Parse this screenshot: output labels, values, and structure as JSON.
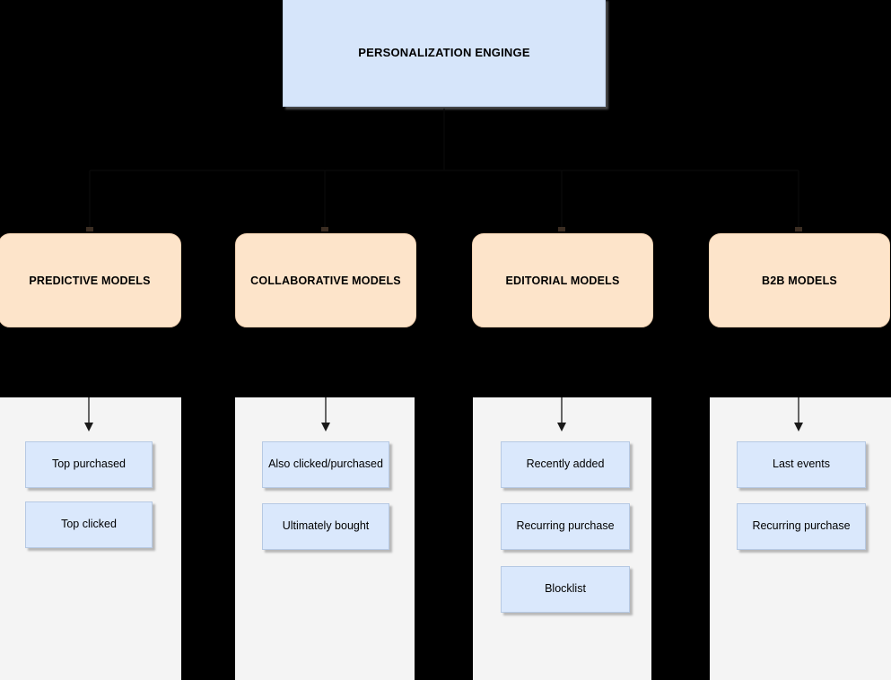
{
  "diagram": {
    "background_color": "#000000",
    "engine": {
      "label": "PERSONALIZATION ENGINGE",
      "fill_color": "#d6e5fa"
    },
    "model_fill_color": "#fde4ca",
    "column_fill_color": "#f4f4f4",
    "item_fill_color": "#dae8fc",
    "arrow_color": "#666666",
    "branches": [
      {
        "title": "PREDICTIVE MODELS",
        "items": [
          {
            "label": "Top purchased"
          },
          {
            "label": "Top clicked"
          }
        ]
      },
      {
        "title": "COLLABORATIVE MODELS",
        "items": [
          {
            "label": "Also clicked/purchased"
          },
          {
            "label": "Ultimately bought"
          }
        ]
      },
      {
        "title": "EDITORIAL MODELS",
        "items": [
          {
            "label": "Recently added"
          },
          {
            "label": "Recurring purchase"
          },
          {
            "label": "Blocklist"
          }
        ]
      },
      {
        "title": "B2B MODELS",
        "items": [
          {
            "label": "Last events"
          },
          {
            "label": "Recurring purchase"
          }
        ]
      }
    ]
  }
}
